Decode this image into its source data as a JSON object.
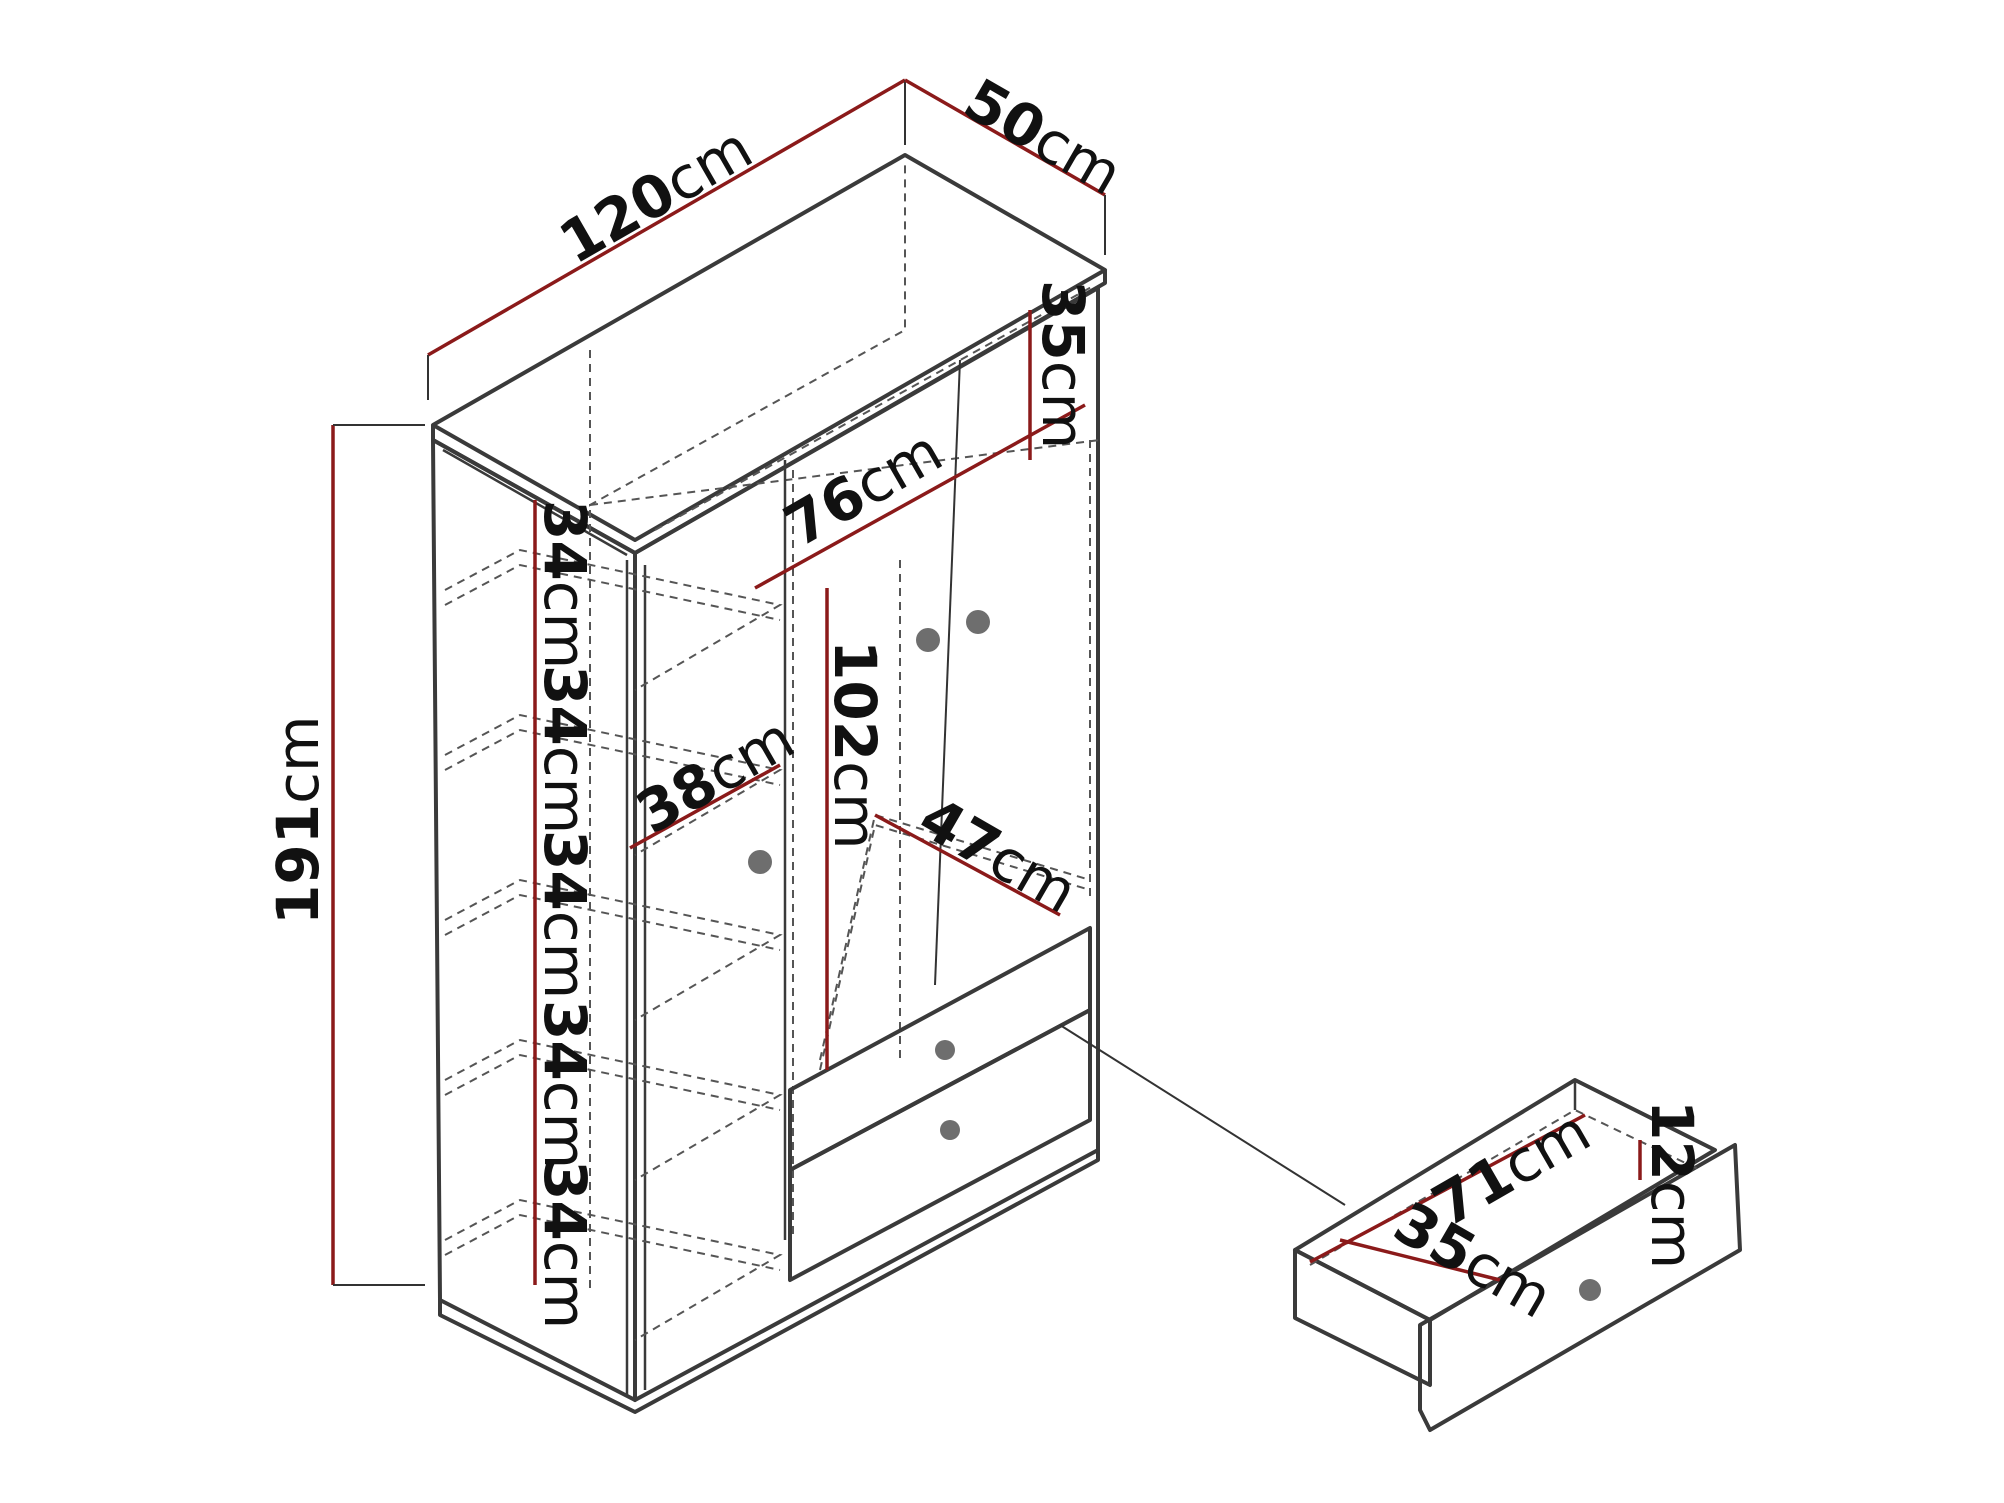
{
  "unit": "cm",
  "colors": {
    "dimension_line": "#8b1a1a",
    "outline": "#3a3a3a",
    "knob": "#6e6e6e"
  },
  "wardrobe": {
    "width": "120",
    "depth": "50",
    "height": "191",
    "top_compartment_height": "35",
    "top_compartment_width": "76",
    "hanging_height": "102",
    "hanging_depth": "47",
    "shelf_depth": "38",
    "shelf_heights": [
      "34",
      "34",
      "34",
      "34",
      "34"
    ]
  },
  "drawer": {
    "inner_length": "71",
    "inner_depth": "35",
    "inner_height": "12"
  }
}
